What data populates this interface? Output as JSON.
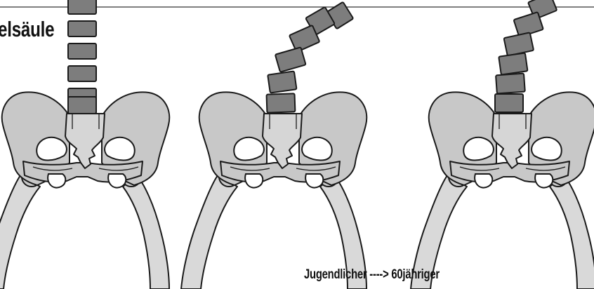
{
  "title": "elsäule",
  "caption": "Jugendlicher ----> 60jähriger",
  "figures": [
    {
      "name": "figure-straight-spine"
    },
    {
      "name": "figure-curved-spine"
    },
    {
      "name": "figure-curved-spine-2"
    }
  ]
}
